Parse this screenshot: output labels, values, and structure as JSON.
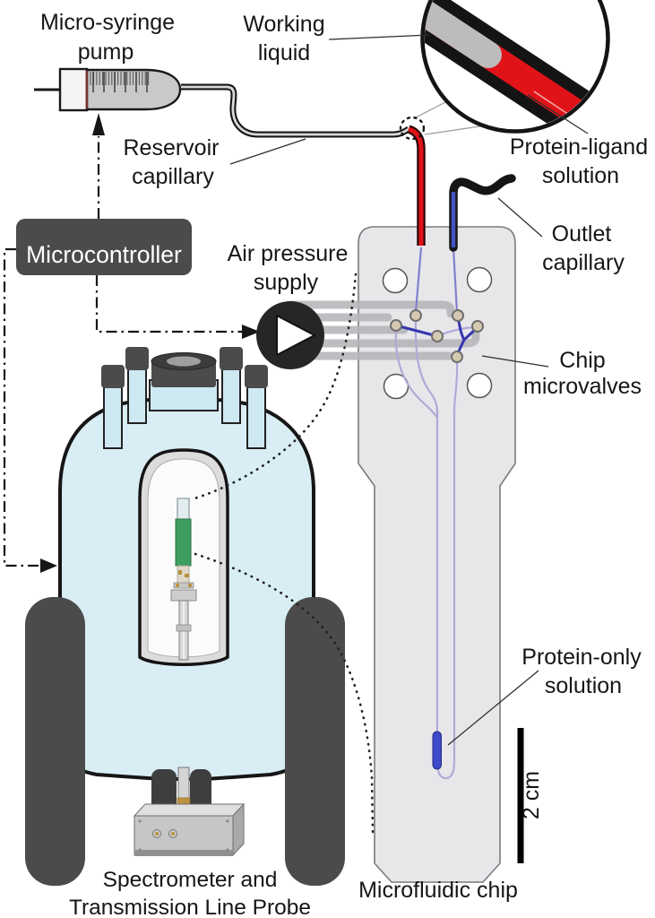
{
  "labels": {
    "micro_syringe_pump": {
      "line1": "Micro-syringe",
      "line2": "pump"
    },
    "working_liquid": {
      "line1": "Working",
      "line2": "liquid"
    },
    "reservoir_capillary": {
      "line1": "Reservoir",
      "line2": "capillary"
    },
    "protein_ligand_solution": {
      "line1": "Protein-ligand",
      "line2": "solution"
    },
    "outlet_capillary": {
      "line1": "Outlet",
      "line2": "capillary"
    },
    "microcontroller": "Microcontroller",
    "air_pressure_supply": {
      "line1": "Air pressure",
      "line2": "supply"
    },
    "chip_microvalves": {
      "line1": "Chip",
      "line2": "microvalves"
    },
    "protein_only_solution": {
      "line1": "Protein-only",
      "line2": "solution"
    },
    "scale_bar": "2 cm",
    "spectrometer_probe": {
      "line1": "Spectrometer and",
      "line2": "Transmission Line Probe"
    },
    "microfluidic_chip": "Microfluidic chip"
  },
  "colors": {
    "magnet_body": "#d9edf5",
    "dark_gray": "#4b4b4b",
    "chip_body": "#e7e7ea",
    "working_liquid": "#bcbcbc",
    "protein_ligand": "#e01318",
    "protein_only": "#3c49c8",
    "channel_purple": "#b3a8d8",
    "channel_blue": "#3636b0",
    "valve_fill": "#d6c9b2",
    "probe_green": "#3f9e5f"
  }
}
